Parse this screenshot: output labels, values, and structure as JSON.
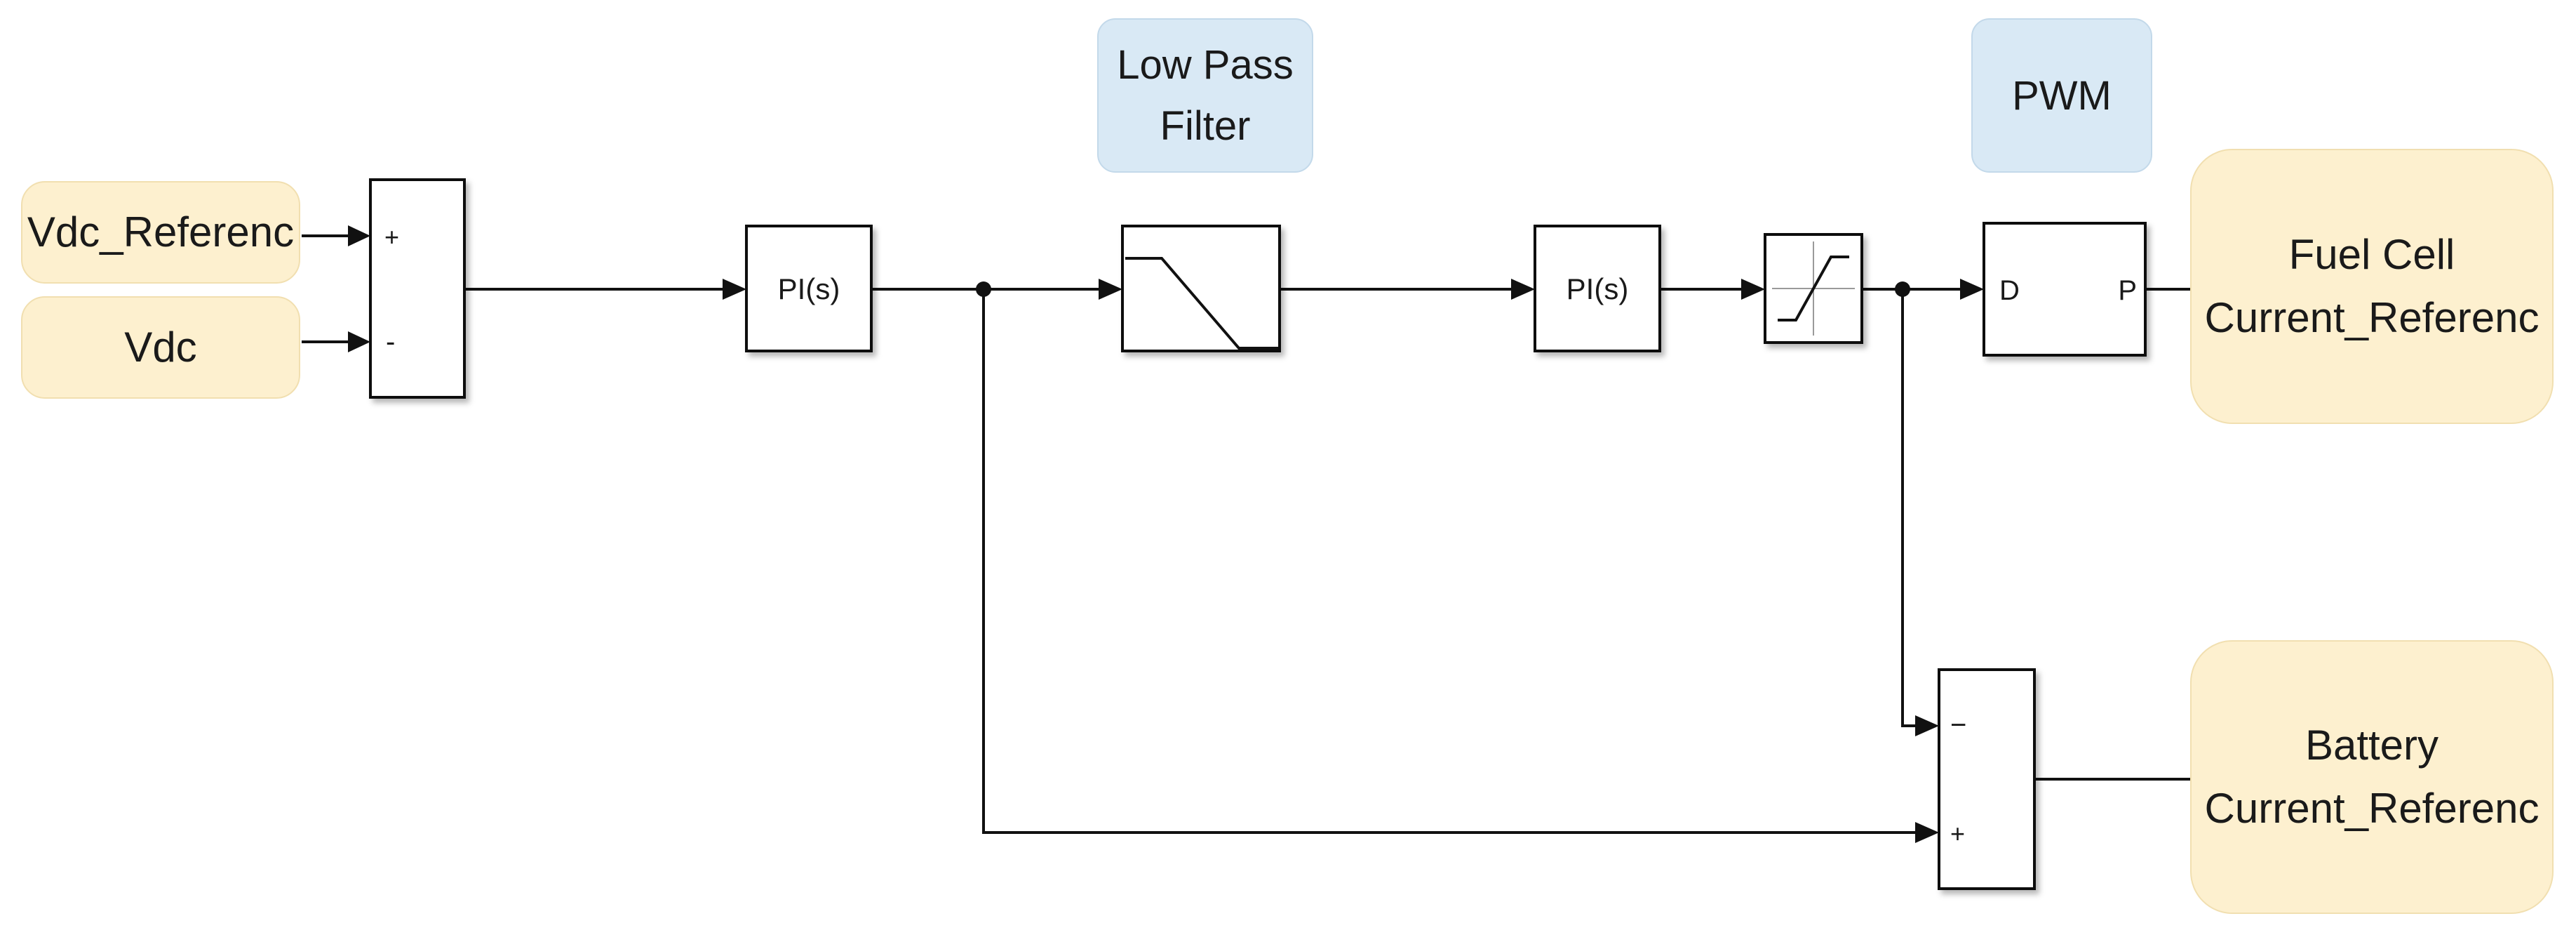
{
  "inputs": {
    "vdc_reference": "Vdc_Referenc",
    "vdc": "Vdc"
  },
  "outputs": {
    "fuel_cell": "Fuel Cell\nCurrent_Referenc",
    "battery": "Battery\nCurrent_Referenc"
  },
  "annotations": {
    "low_pass_filter": "Low Pass\nFilter",
    "pwm": "PWM"
  },
  "blocks": {
    "pi_1": "PI(s)",
    "pi_2": "PI(s)",
    "sum_1_plus": "+",
    "sum_1_minus": "-",
    "sum_2_minus": "−",
    "sum_2_plus": "+",
    "pwm_port_in": "D",
    "pwm_port_out": "P"
  },
  "colors": {
    "input_fill": "#fdf0cf",
    "annotation_fill": "#d9e9f5",
    "line": "#111111"
  }
}
